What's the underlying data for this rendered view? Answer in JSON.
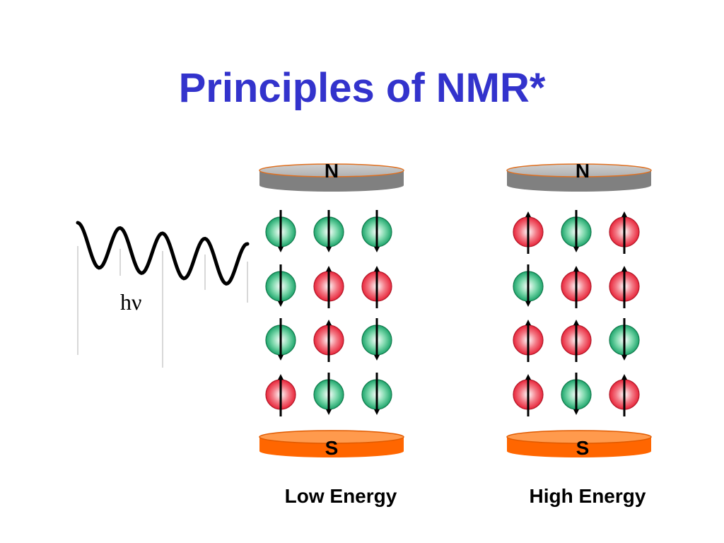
{
  "slide": {
    "title": "Principles of NMR*"
  },
  "wave": {
    "label": "hν"
  },
  "panels": [
    {
      "caption": "Low Energy",
      "north_label": "N",
      "south_label": "S",
      "spins": [
        [
          "down",
          "down",
          "down"
        ],
        [
          "down",
          "up",
          "up"
        ],
        [
          "down",
          "up",
          "down"
        ],
        [
          "up",
          "down",
          "down"
        ]
      ]
    },
    {
      "caption": "High Energy",
      "north_label": "N",
      "south_label": "S",
      "spins": [
        [
          "up",
          "down",
          "up"
        ],
        [
          "down",
          "up",
          "up"
        ],
        [
          "up",
          "up",
          "down"
        ],
        [
          "up",
          "down",
          "up"
        ]
      ]
    }
  ],
  "colors": {
    "title": "#3333cc",
    "north_magnet": "#999999",
    "south_magnet": "#ff6600",
    "spin_up": "#ee3344",
    "spin_down": "#22aa77"
  }
}
